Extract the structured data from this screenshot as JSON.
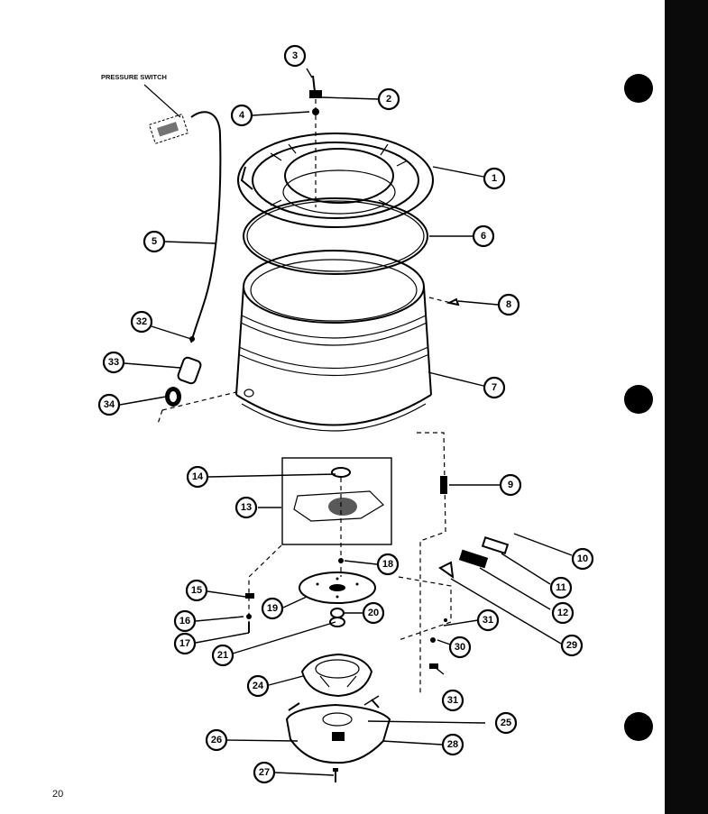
{
  "page_number": "20",
  "label_pressure_switch": "PRESSURE SWITCH",
  "callouts": [
    "1",
    "2",
    "3",
    "4",
    "5",
    "6",
    "7",
    "8",
    "9",
    "10",
    "11",
    "12",
    "13",
    "14",
    "15",
    "16",
    "17",
    "18",
    "19",
    "20",
    "21",
    "24",
    "25",
    "26",
    "27",
    "28",
    "29",
    "30",
    "31",
    "31",
    "32",
    "33",
    "34"
  ],
  "colors": {
    "ink": "#000000",
    "paper": "#ffffff"
  }
}
